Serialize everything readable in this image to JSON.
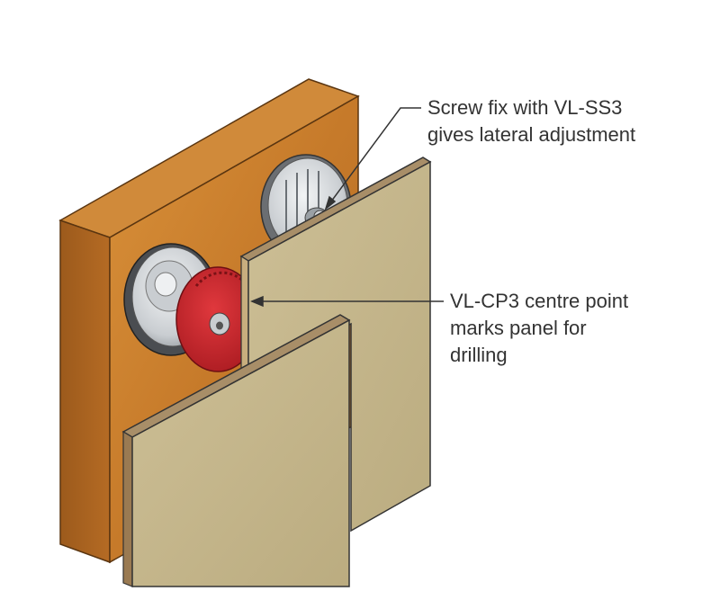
{
  "callouts": {
    "screw_fix": [
      "Screw fix with VL-SS3",
      "gives lateral adjustment"
    ],
    "centre_point": [
      "VL-CP3 centre point",
      "marks panel for",
      "drilling"
    ]
  },
  "colors": {
    "wood_block": "#C67A2A",
    "panel": "#C7B98E",
    "panel_edge": "#A88E68",
    "centre_point_cap": "#C9252B",
    "fitting_metal": "#D9DCDF",
    "leader_line": "#333333"
  }
}
